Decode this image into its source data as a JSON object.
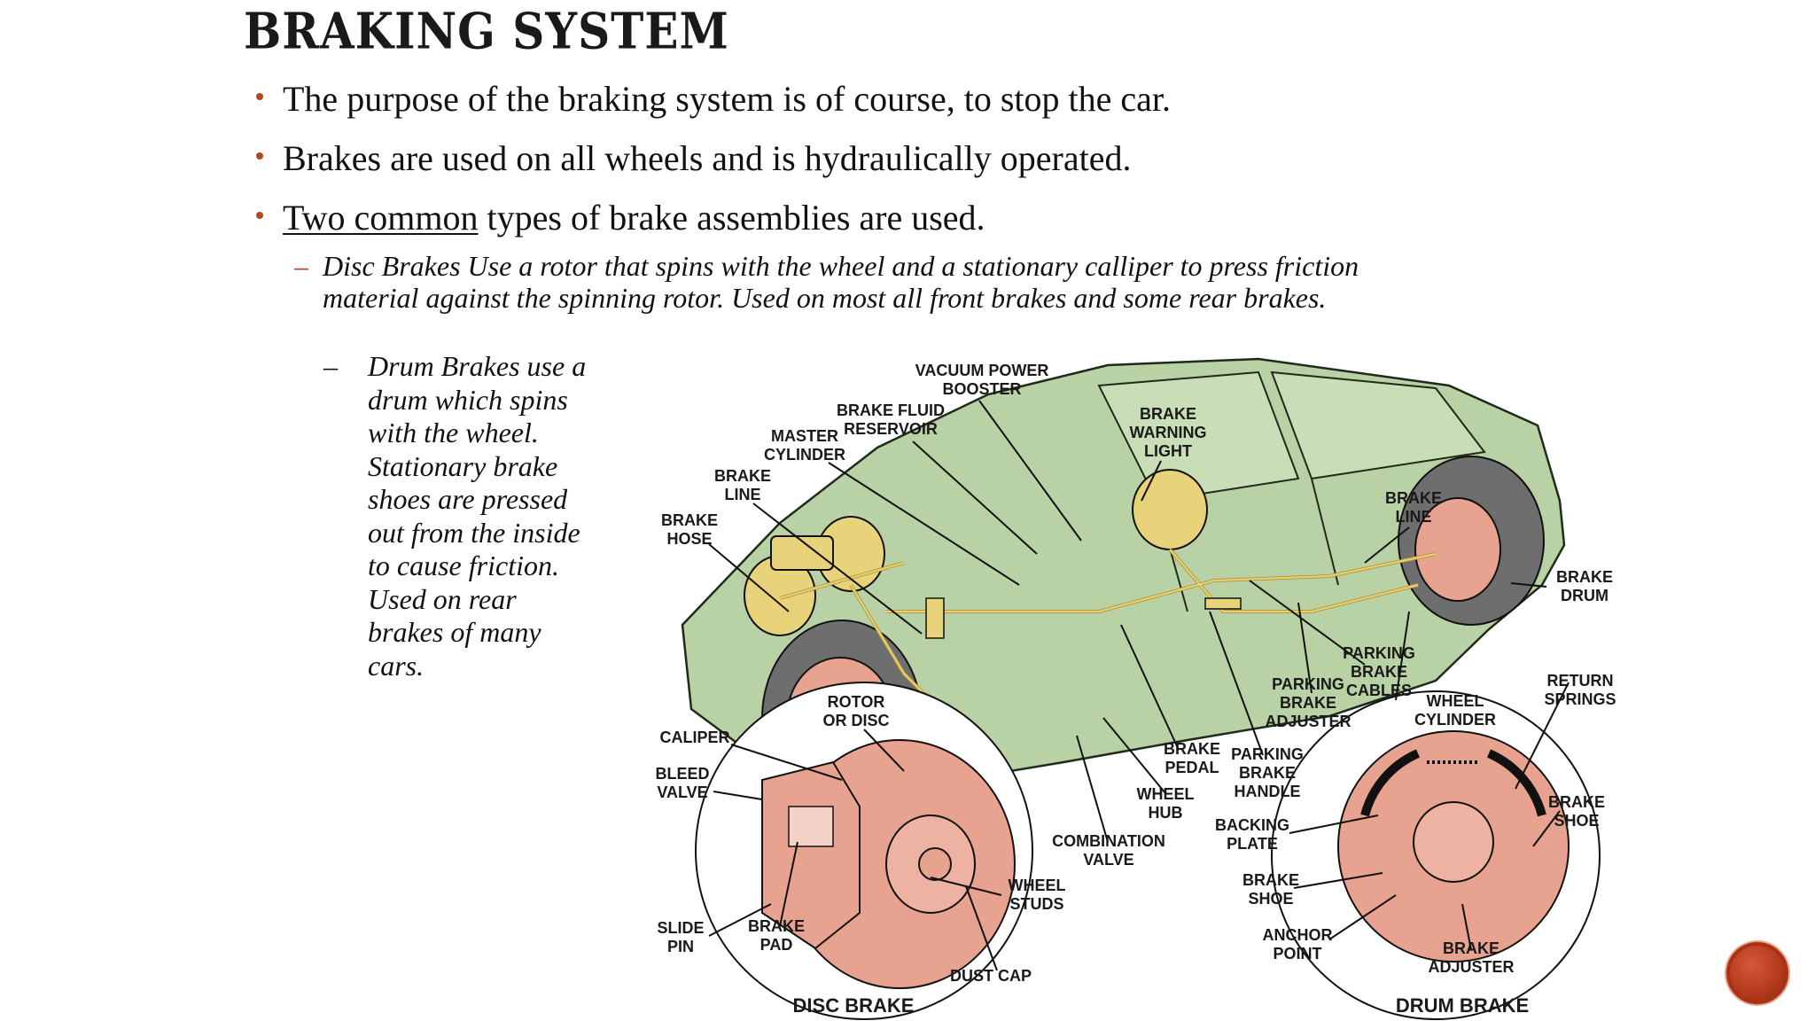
{
  "slide": {
    "title": "BRAKING SYSTEM",
    "bullets": [
      {
        "text": "The purpose of the braking system is of course, to stop the car."
      },
      {
        "text": "Brakes are used on all wheels and is hydraulically operated."
      },
      {
        "underlined": "Two common",
        "rest": " types of brake assemblies are used."
      }
    ],
    "disc": {
      "dash": "–",
      "line1": "Disc Brakes ",
      "line1b": "Use a rotor that spins with the wheel and a stationary calliper to press friction",
      "line2": "material against the spinning rotor. Used on most all front brakes and some rear brakes."
    },
    "drum": {
      "dash": "–",
      "lines": [
        "Drum Brakes use a",
        "drum which spins",
        "with the wheel.",
        "Stationary brake",
        "shoes are pressed",
        "out from the inside",
        "to cause friction.",
        "Used on rear",
        "brakes of many",
        "cars."
      ]
    }
  },
  "figure": {
    "labels": {
      "vacuum_power_booster": [
        "VACUUM POWER",
        "BOOSTER"
      ],
      "brake_fluid_reservoir": [
        "BRAKE FLUID",
        "RESERVOIR"
      ],
      "master_cylinder": [
        "MASTER",
        "CYLINDER"
      ],
      "brake_line_front": [
        "BRAKE",
        "LINE"
      ],
      "brake_hose": [
        "BRAKE",
        "HOSE"
      ],
      "brake_warning_light": [
        "BRAKE",
        "WARNING",
        "LIGHT"
      ],
      "brake_line_rear": [
        "BRAKE",
        "LINE"
      ],
      "brake_drum": [
        "BRAKE",
        "DRUM"
      ],
      "parking_brake_cables": [
        "PARKING",
        "BRAKE",
        "CABLES"
      ],
      "parking_brake_adjuster": [
        "PARKING",
        "BRAKE",
        "ADJUSTER"
      ],
      "wheel_cylinder": [
        "WHEEL",
        "CYLINDER"
      ],
      "return_springs": [
        "RETURN",
        "SPRINGS"
      ],
      "rotor_or_disc": [
        "ROTOR",
        "OR DISC"
      ],
      "caliper": [
        "CALIPER"
      ],
      "bleed_valve": [
        "BLEED",
        "VALVE"
      ],
      "brake_pedal": [
        "BRAKE",
        "PEDAL"
      ],
      "parking_brake_handle": [
        "PARKING",
        "BRAKE",
        "HANDLE"
      ],
      "wheel_hub": [
        "WHEEL",
        "HUB"
      ],
      "brake_shoe_right": [
        "BRAKE",
        "SHOE"
      ],
      "backing_plate": [
        "BACKING",
        "PLATE"
      ],
      "combination_valve": [
        "COMBINATION",
        "VALVE"
      ],
      "brake_shoe_left": [
        "BRAKE",
        "SHOE"
      ],
      "wheel_studs": [
        "WHEEL",
        "STUDS"
      ],
      "slide_pin": [
        "SLIDE",
        "PIN"
      ],
      "brake_pad": [
        "BRAKE",
        "PAD"
      ],
      "anchor_point": [
        "ANCHOR",
        "POINT"
      ],
      "brake_adjuster": [
        "BRAKE",
        "ADJUSTER"
      ],
      "dust_cap": [
        "DUST CAP"
      ]
    },
    "captions": {
      "disc": "DISC BRAKE",
      "drum": "DRUM BRAKE"
    },
    "colors": {
      "car_body": "#b9d2a5",
      "brake_parts": "#e8a290",
      "hydraulics": "#e8d27a"
    }
  },
  "nav": {
    "icon": "circle-nav-icon"
  }
}
